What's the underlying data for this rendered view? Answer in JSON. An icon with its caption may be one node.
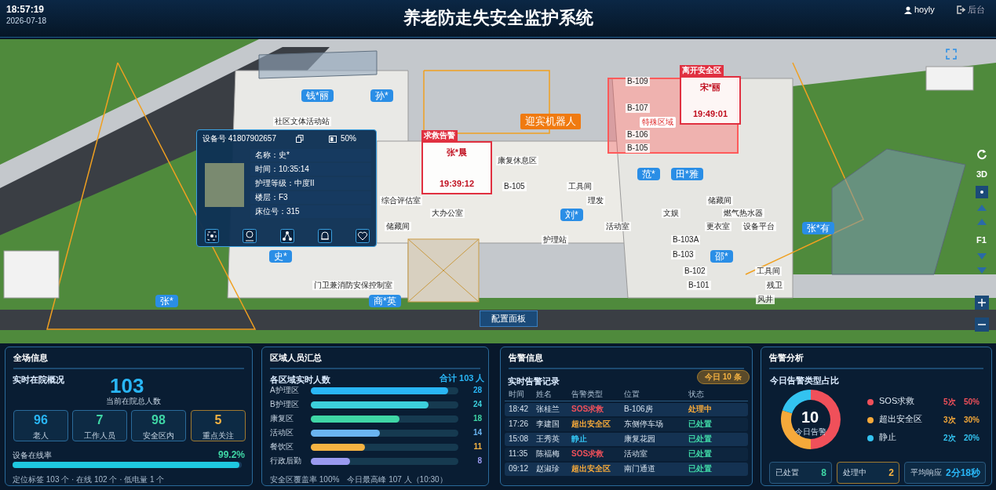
{
  "diagram": {
    "title": "养老防走失安全监护系统",
    "nodes": [
      {
        "text": [
          "全场信息"
        ]
      },
      {
        "text": [
          "96",
          "老人"
        ],
        "in": 0
      },
      {
        "text": [
          "7",
          "工作人员"
        ],
        "in": 0
      },
      {
        "text": [
          "98",
          "安全区内"
        ],
        "in": 0
      },
      {
        "text": [
          "5",
          "重点关注"
        ],
        "in": 0
      },
      {
        "text": [
          "区域人员汇总"
        ]
      },
      {
        "text": [
          "告警信息"
        ]
      },
      {
        "text": [
          "告警分析"
        ]
      },
      {
        "text": [
          "已处置",
          "8"
        ],
        "in": 7
      },
      {
        "text": [
          "处理中",
          "2"
        ],
        "in": 7
      },
      {
        "text": [
          "平均响应",
          "2分18秒"
        ],
        "in": 7
      },
      {
        "text": [
          "设备号 41807902657",
          "50%",
          "名称：史*",
          "时间：10:35:14",
          "护理等级：中度II",
          "楼层：F3",
          "床位号：315"
        ]
      },
      {
        "text": [
          "求救告警",
          "张*晨",
          "19:39:12"
        ]
      },
      {
        "text": [
          "离开安全区",
          "宋*丽",
          "19:49:01"
        ]
      }
    ],
    "labels": [
      "18:57:19",
      "2026-07-18",
      "hoyly",
      "后台",
      "B-109",
      "钱*丽",
      "孙*",
      "B-107",
      "社区文体活动站",
      "迎宾机器人",
      "特殊区域",
      "B-106",
      "B-105",
      "康复休息区",
      "范*",
      "田*雅",
      "3D",
      "B-105",
      "工具间",
      "综合评估室",
      "理发",
      "储藏间",
      "大办公室",
      "刘*",
      "文娱",
      "燃气热水器",
      "储藏间",
      "活动室",
      "更衣室",
      "设备平台",
      "张*有",
      "护理站",
      "B-103A",
      "F1",
      "史*",
      "B-103",
      "邵*",
      "B-102",
      "工具间",
      "门卫兼消防安保控制室",
      "B-101",
      "残卫",
      "张*",
      "商*英",
      "风井",
      "配置面板",
      "实时在院概况",
      "103",
      "当前在院总人数",
      "设备在线率",
      "99.2%",
      "定位标签 103 个 · 在线 102 个 · 低电量 1 个",
      "各区域实时人数",
      "合计 103 人",
      "安全区覆盖率 100%　今日最高峰 107 人（10:30）",
      "实时告警记录",
      "今日 10 条",
      "时间",
      "姓名",
      "告警类型",
      "位置",
      "状态",
      "18:42",
      "张桂兰",
      "SOS求救",
      "B-106房",
      "处理中",
      "17:26",
      "李建国",
      "超出安全区",
      "东侧停车场",
      "已处置",
      "15:08",
      "王秀英",
      "静止",
      "康复花园",
      "已处置",
      "11:35",
      "陈福梅",
      "SOS求救",
      "活动室",
      "已处置",
      "09:12",
      "赵淑珍",
      "超出安全区",
      "南门通道",
      "已处置",
      "今日告警类型占比",
      "10",
      "今日告警",
      "5次",
      "50%",
      "3次",
      "30%",
      "2次",
      "20%"
    ],
    "chart_data": [
      {
        "type": "bar",
        "orientation": "horizontal",
        "categories": [
          "A护理区",
          "B护理区",
          "康复区",
          "活动区",
          "餐饮区",
          "行政后勤"
        ],
        "values": [
          28,
          24,
          18,
          14,
          11,
          8
        ],
        "data_labels": true
      },
      {
        "type": "donut",
        "categories": [
          "SOS求救",
          "超出安全区",
          "静止"
        ],
        "values": [
          50,
          30,
          20
        ],
        "legend": "right"
      }
    ]
  }
}
